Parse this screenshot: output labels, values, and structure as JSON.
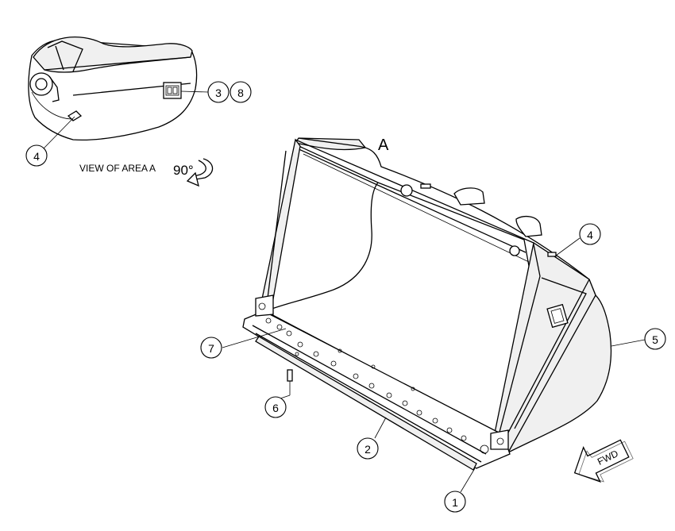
{
  "view_label": "VIEW OF AREA A",
  "rotation_label": "90°",
  "area_label": "A",
  "direction_label": "FWD",
  "callouts": [
    {
      "id": "c3",
      "label": "3"
    },
    {
      "id": "c8",
      "label": "8"
    },
    {
      "id": "c4a",
      "label": "4"
    },
    {
      "id": "c4b",
      "label": "4"
    },
    {
      "id": "c5",
      "label": "5"
    },
    {
      "id": "c7",
      "label": "7"
    },
    {
      "id": "c6",
      "label": "6"
    },
    {
      "id": "c2",
      "label": "2"
    },
    {
      "id": "c1",
      "label": "1"
    }
  ]
}
